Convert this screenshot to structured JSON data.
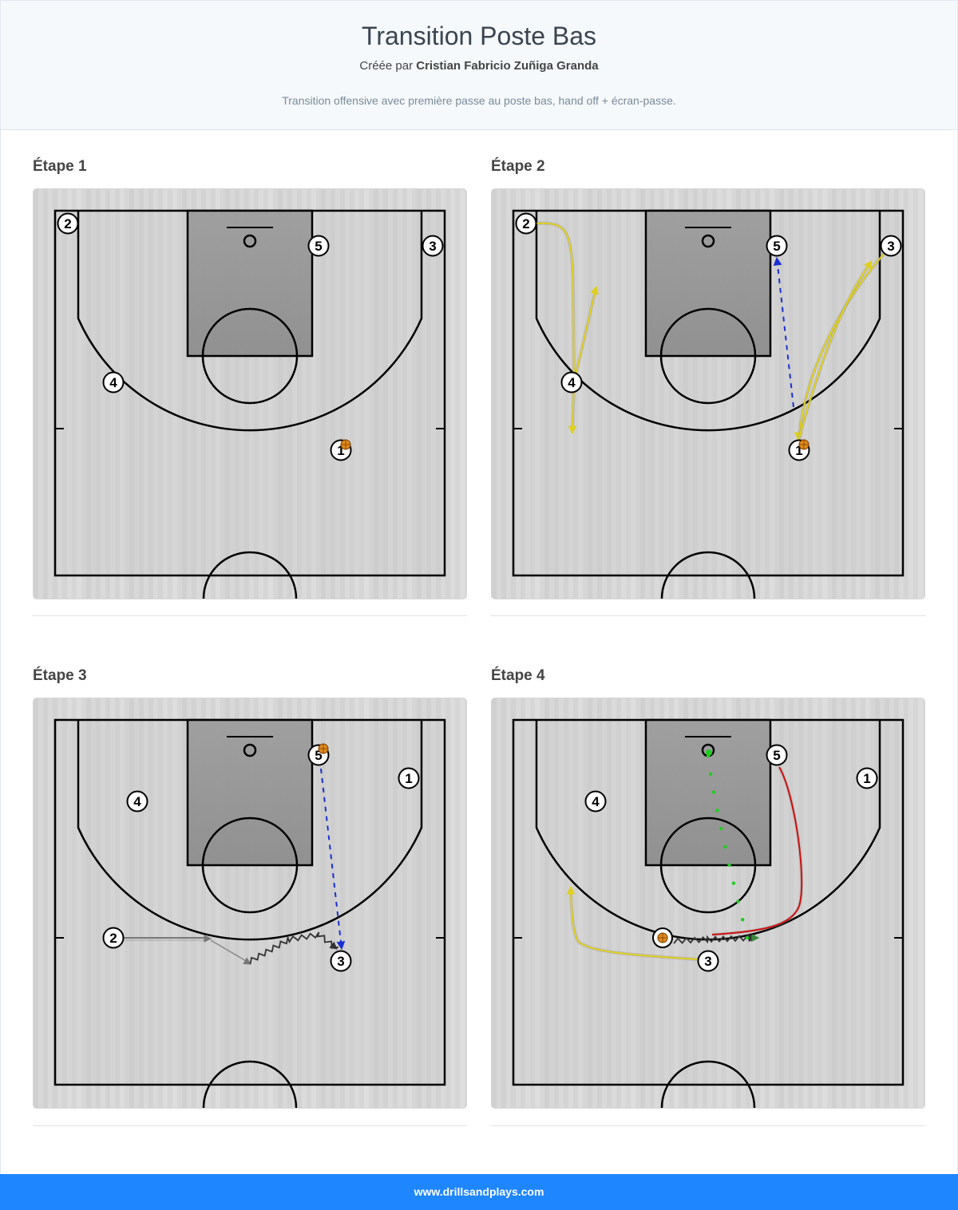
{
  "header": {
    "title": "Transition Poste Bas",
    "created_prefix": "Créée par",
    "author": "Cristian Fabricio Zuñiga Granda",
    "description": "Transition offensive avec première passe au poste bas, hand off + écran-passe."
  },
  "steps": [
    {
      "title": "Étape 1",
      "players": [
        "1",
        "2",
        "3",
        "4",
        "5"
      ]
    },
    {
      "title": "Étape 2",
      "players": [
        "1",
        "2",
        "3",
        "4",
        "5"
      ]
    },
    {
      "title": "Étape 3",
      "players": [
        "1",
        "2",
        "3",
        "4",
        "5"
      ]
    },
    {
      "title": "Étape 4",
      "players": [
        "1",
        "3",
        "4",
        "5"
      ]
    }
  ],
  "colors": {
    "cut": "#e0d020",
    "pass": "#1a2fd0",
    "dribble": "#333333",
    "screen": "#808080",
    "shot": "#22cc22",
    "roll": "#cc1111",
    "footer": "#1e86ff"
  },
  "footer": {
    "site": "www.drillsandplays.com"
  }
}
